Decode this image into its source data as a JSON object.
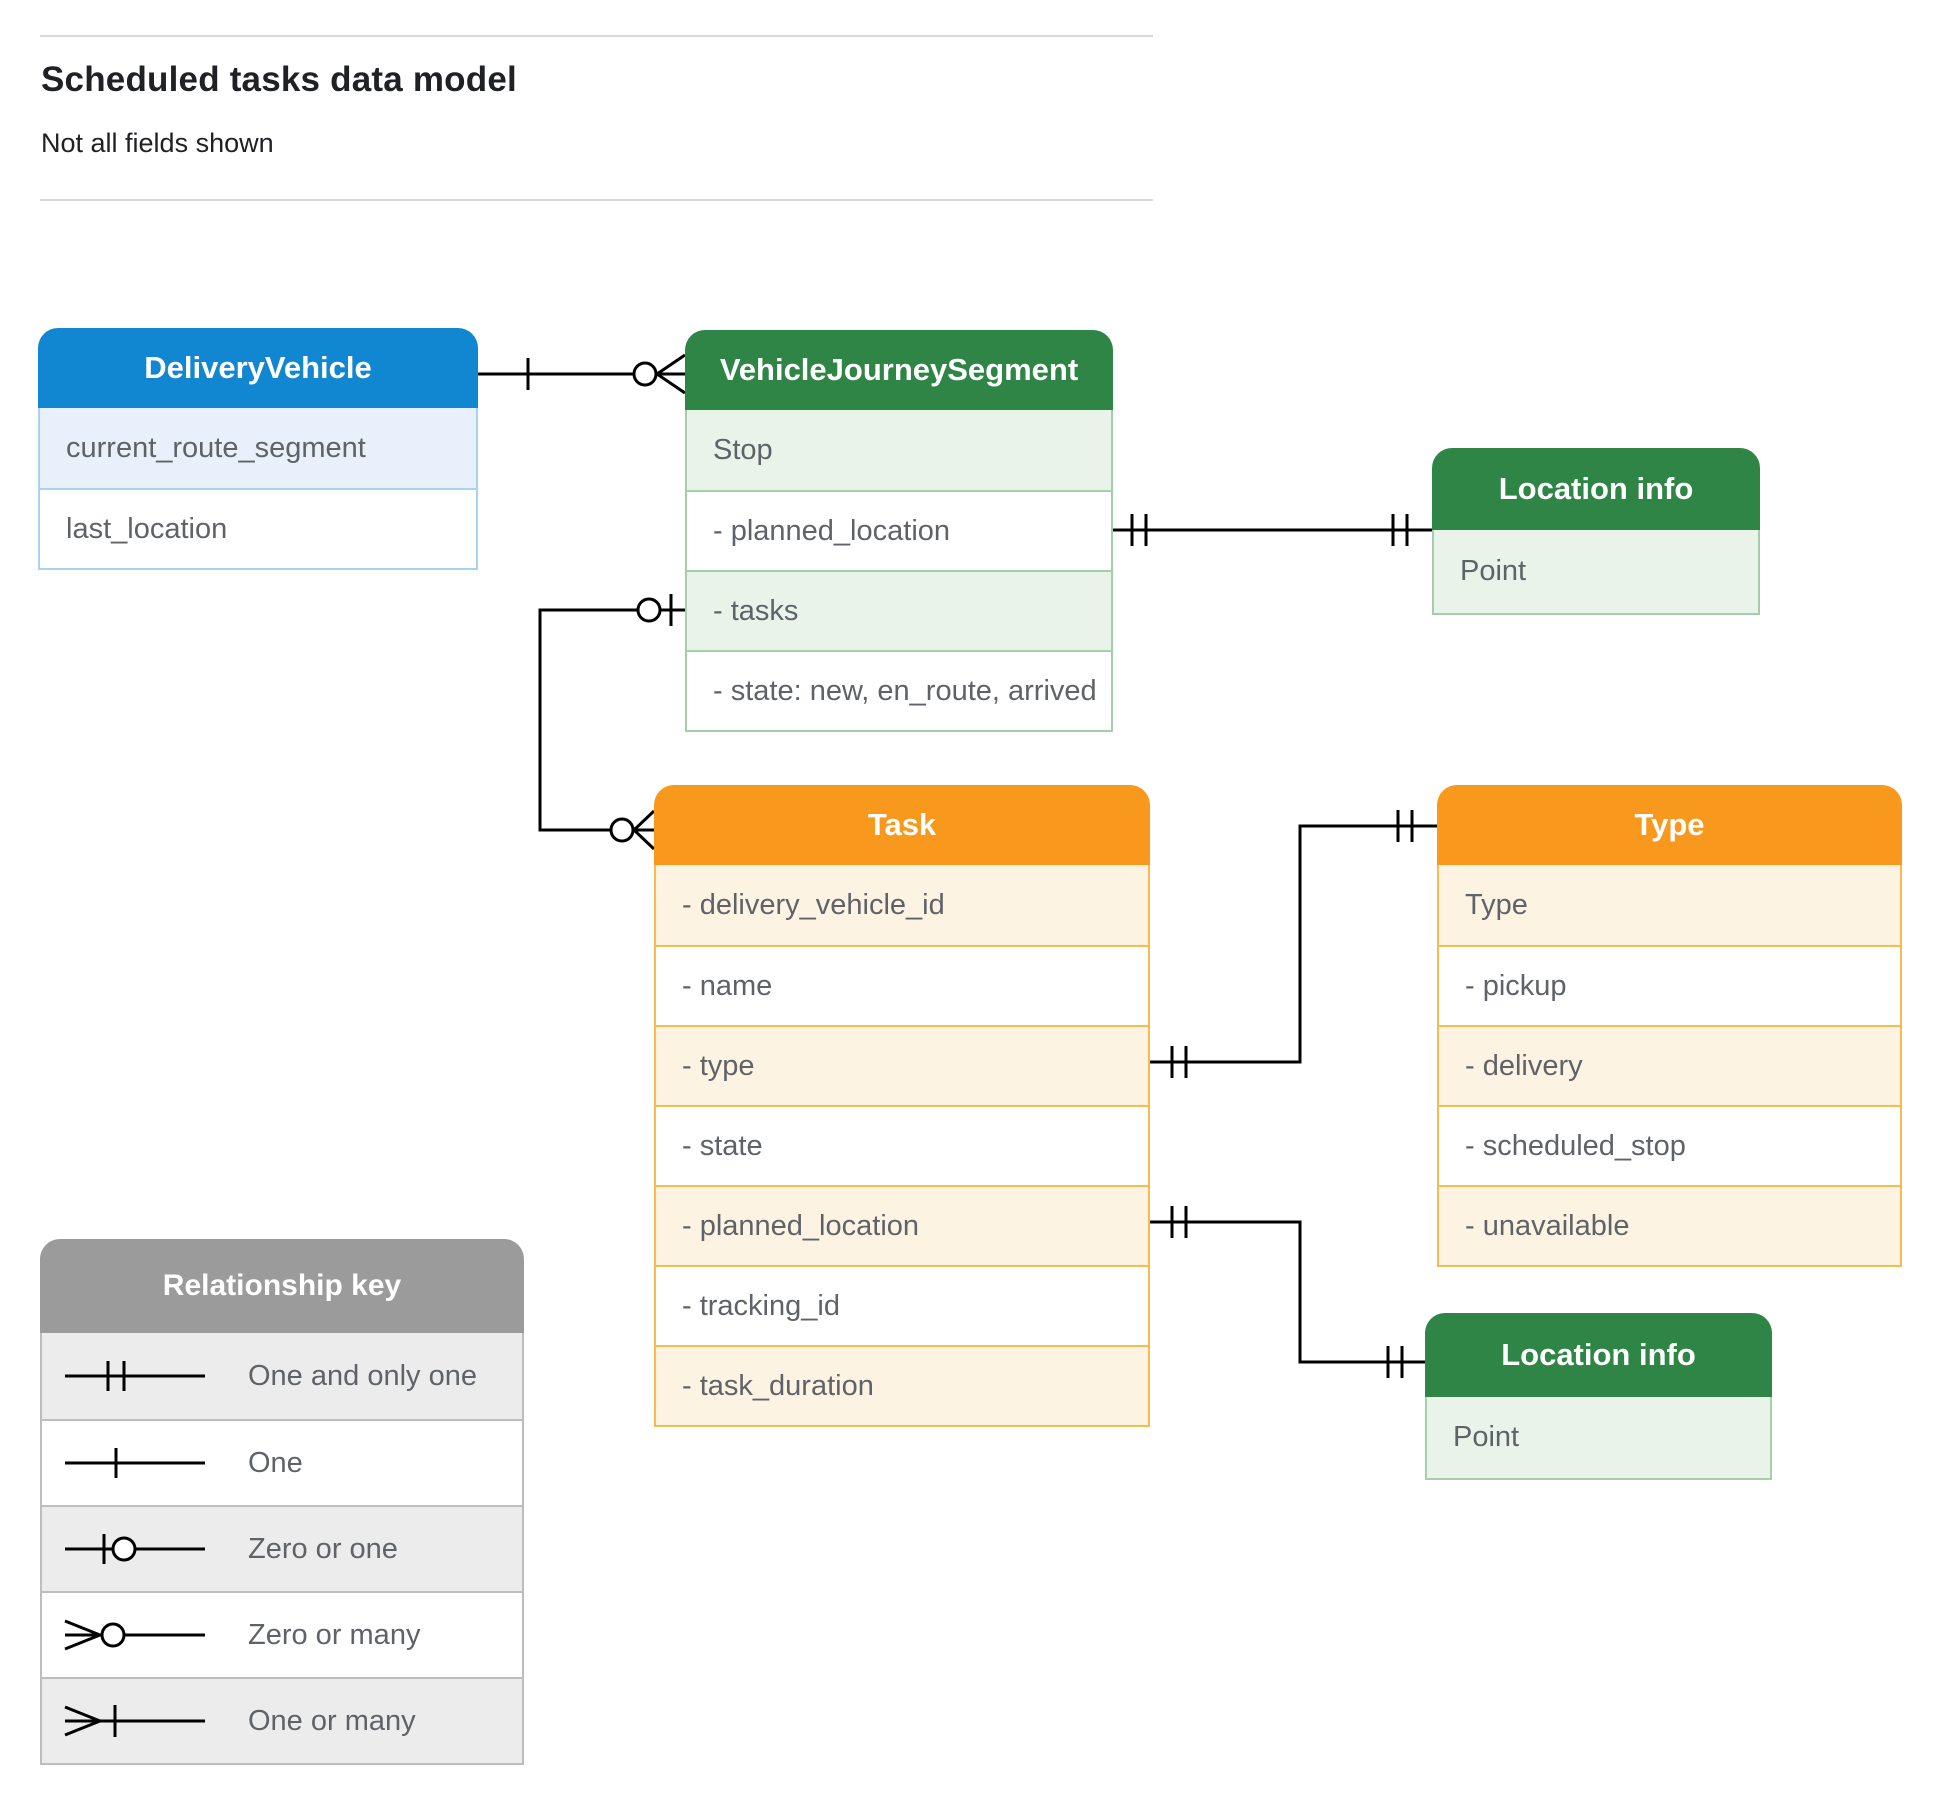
{
  "header": {
    "title": "Scheduled tasks data model",
    "subtitle": "Not all fields shown"
  },
  "entities": {
    "delivery_vehicle": {
      "title": "DeliveryVehicle",
      "rows": [
        "current_route_segment",
        "last_location"
      ]
    },
    "vehicle_journey_segment": {
      "title": "VehicleJourneySegment",
      "rows": [
        "Stop",
        "- planned_location",
        "- tasks",
        "- state: new, en_route, arrived"
      ]
    },
    "location_info_top": {
      "title": "Location info",
      "rows": [
        "Point"
      ]
    },
    "task": {
      "title": "Task",
      "rows": [
        "- delivery_vehicle_id",
        "- name",
        "- type",
        "- state",
        "- planned_location",
        "- tracking_id",
        "- task_duration"
      ]
    },
    "type": {
      "title": "Type",
      "rows": [
        "Type",
        "- pickup",
        "- delivery",
        "- scheduled_stop",
        "- unavailable"
      ]
    },
    "location_info_bottom": {
      "title": "Location info",
      "rows": [
        "Point"
      ]
    }
  },
  "legend": {
    "title": "Relationship key",
    "items": [
      {
        "symbol": "one-and-only-one",
        "label": "One and only one"
      },
      {
        "symbol": "one",
        "label": "One"
      },
      {
        "symbol": "zero-or-one",
        "label": "Zero or one"
      },
      {
        "symbol": "zero-or-many",
        "label": "Zero or many"
      },
      {
        "symbol": "one-or-many",
        "label": "One or many"
      }
    ]
  },
  "relationships": [
    {
      "from": "DeliveryVehicle",
      "to": "VehicleJourneySegment",
      "from_cardinality": "one",
      "to_cardinality": "zero-or-many"
    },
    {
      "from": "VehicleJourneySegment.planned_location",
      "to": "Location info",
      "from_cardinality": "one-and-only-one",
      "to_cardinality": "one-and-only-one"
    },
    {
      "from": "VehicleJourneySegment.tasks",
      "to": "Task",
      "from_cardinality": "zero-or-one",
      "to_cardinality": "zero-or-many"
    },
    {
      "from": "Task.type",
      "to": "Type",
      "from_cardinality": "one-and-only-one",
      "to_cardinality": "one-and-only-one"
    },
    {
      "from": "Task.planned_location",
      "to": "Location info",
      "from_cardinality": "one-and-only-one",
      "to_cardinality": "one-and-only-one"
    }
  ],
  "colors": {
    "blue_header": "#1287d1",
    "blue_row": "#e8f1fb",
    "blue_border": "#a8d4f2",
    "green_header": "#2e8545",
    "green_row": "#e9f3ea",
    "green_border": "#a3cfa9",
    "orange_header": "#f8991d",
    "orange_row": "#fdf3e2",
    "orange_border": "#f9bb4e",
    "gray_header": "#9b9b9b",
    "gray_row": "#ececec",
    "gray_border": "#bdbdbd",
    "connector_line": "#000000",
    "row_text": "#5f6368",
    "title_text": "#202124"
  }
}
